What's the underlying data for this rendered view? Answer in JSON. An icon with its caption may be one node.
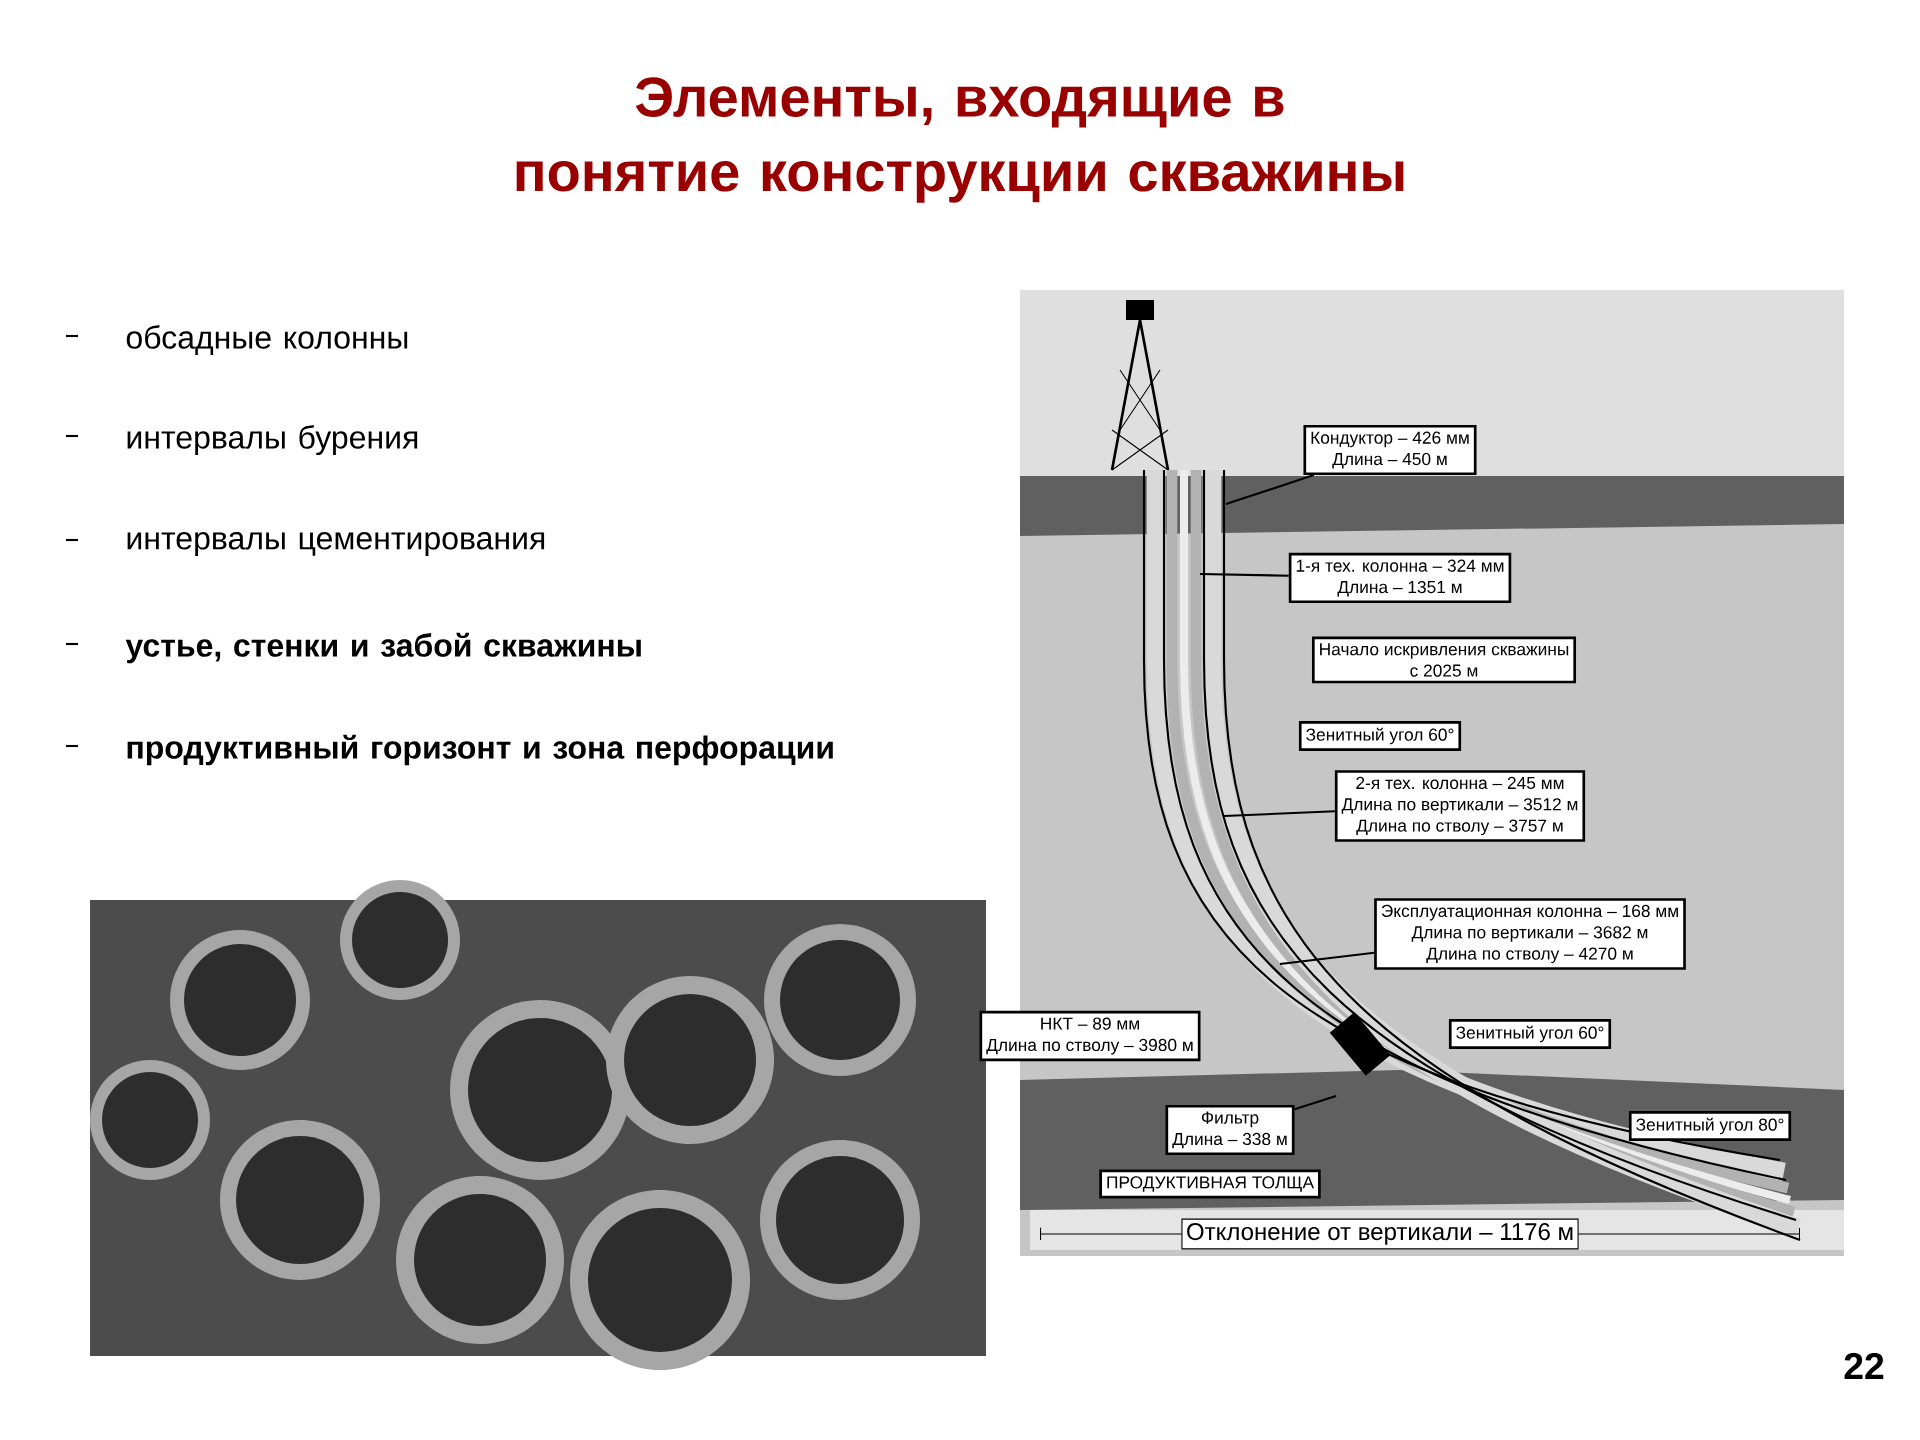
{
  "diagram": {
    "title": "Элементы, входящие в понятие конструкции скважины",
    "nodes": [
      {
        "text": [
          "Кондуктор – 426 мм",
          "Длина – 450 м"
        ]
      },
      {
        "text": [
          "1-я тех. колонна – 324 мм",
          "Длина – 1351 м"
        ]
      },
      {
        "text": [
          "Начало искривления скважины",
          "с 2025 м"
        ]
      },
      {
        "text": [
          "Зенитный угол 60°"
        ]
      },
      {
        "text": [
          "2-я тех. колонна – 245 мм",
          "Длина по вертикали – 3512 м",
          "Длина по стволу – 3757 м"
        ]
      },
      {
        "text": [
          "Эксплуатационная колонна – 168 мм",
          "Длина по вертикали – 3682 м",
          "Длина по стволу – 4270 м"
        ]
      },
      {
        "text": [
          "НКТ – 89 мм",
          "Длина по стволу – 3980 м"
        ]
      },
      {
        "text": [
          "Зенитный угол 60°"
        ]
      },
      {
        "text": [
          "Фильтр",
          "Длина – 338 м"
        ]
      },
      {
        "text": [
          "Зенитный угол 80°"
        ]
      },
      {
        "text": [
          "ПРОДУКТИВНАЯ ТОЛЩА"
        ]
      }
    ],
    "edges": [
      {
        "from": 0,
        "to": null,
        "arrow": "none"
      },
      {
        "from": 1,
        "to": null,
        "arrow": "none"
      },
      {
        "from": 4,
        "to": null,
        "arrow": "none"
      },
      {
        "from": 5,
        "to": null,
        "arrow": "none"
      },
      {
        "from": 8,
        "to": null,
        "arrow": "none"
      }
    ],
    "labels": [
      "обсадные колонны",
      "интервалы бурения",
      "интервалы цементирования",
      "устье, стенки и забой скважины",
      "продуктивный горизонт и зона перфорации",
      "Отклонение от вертикали – 1176 м",
      "22"
    ]
  }
}
